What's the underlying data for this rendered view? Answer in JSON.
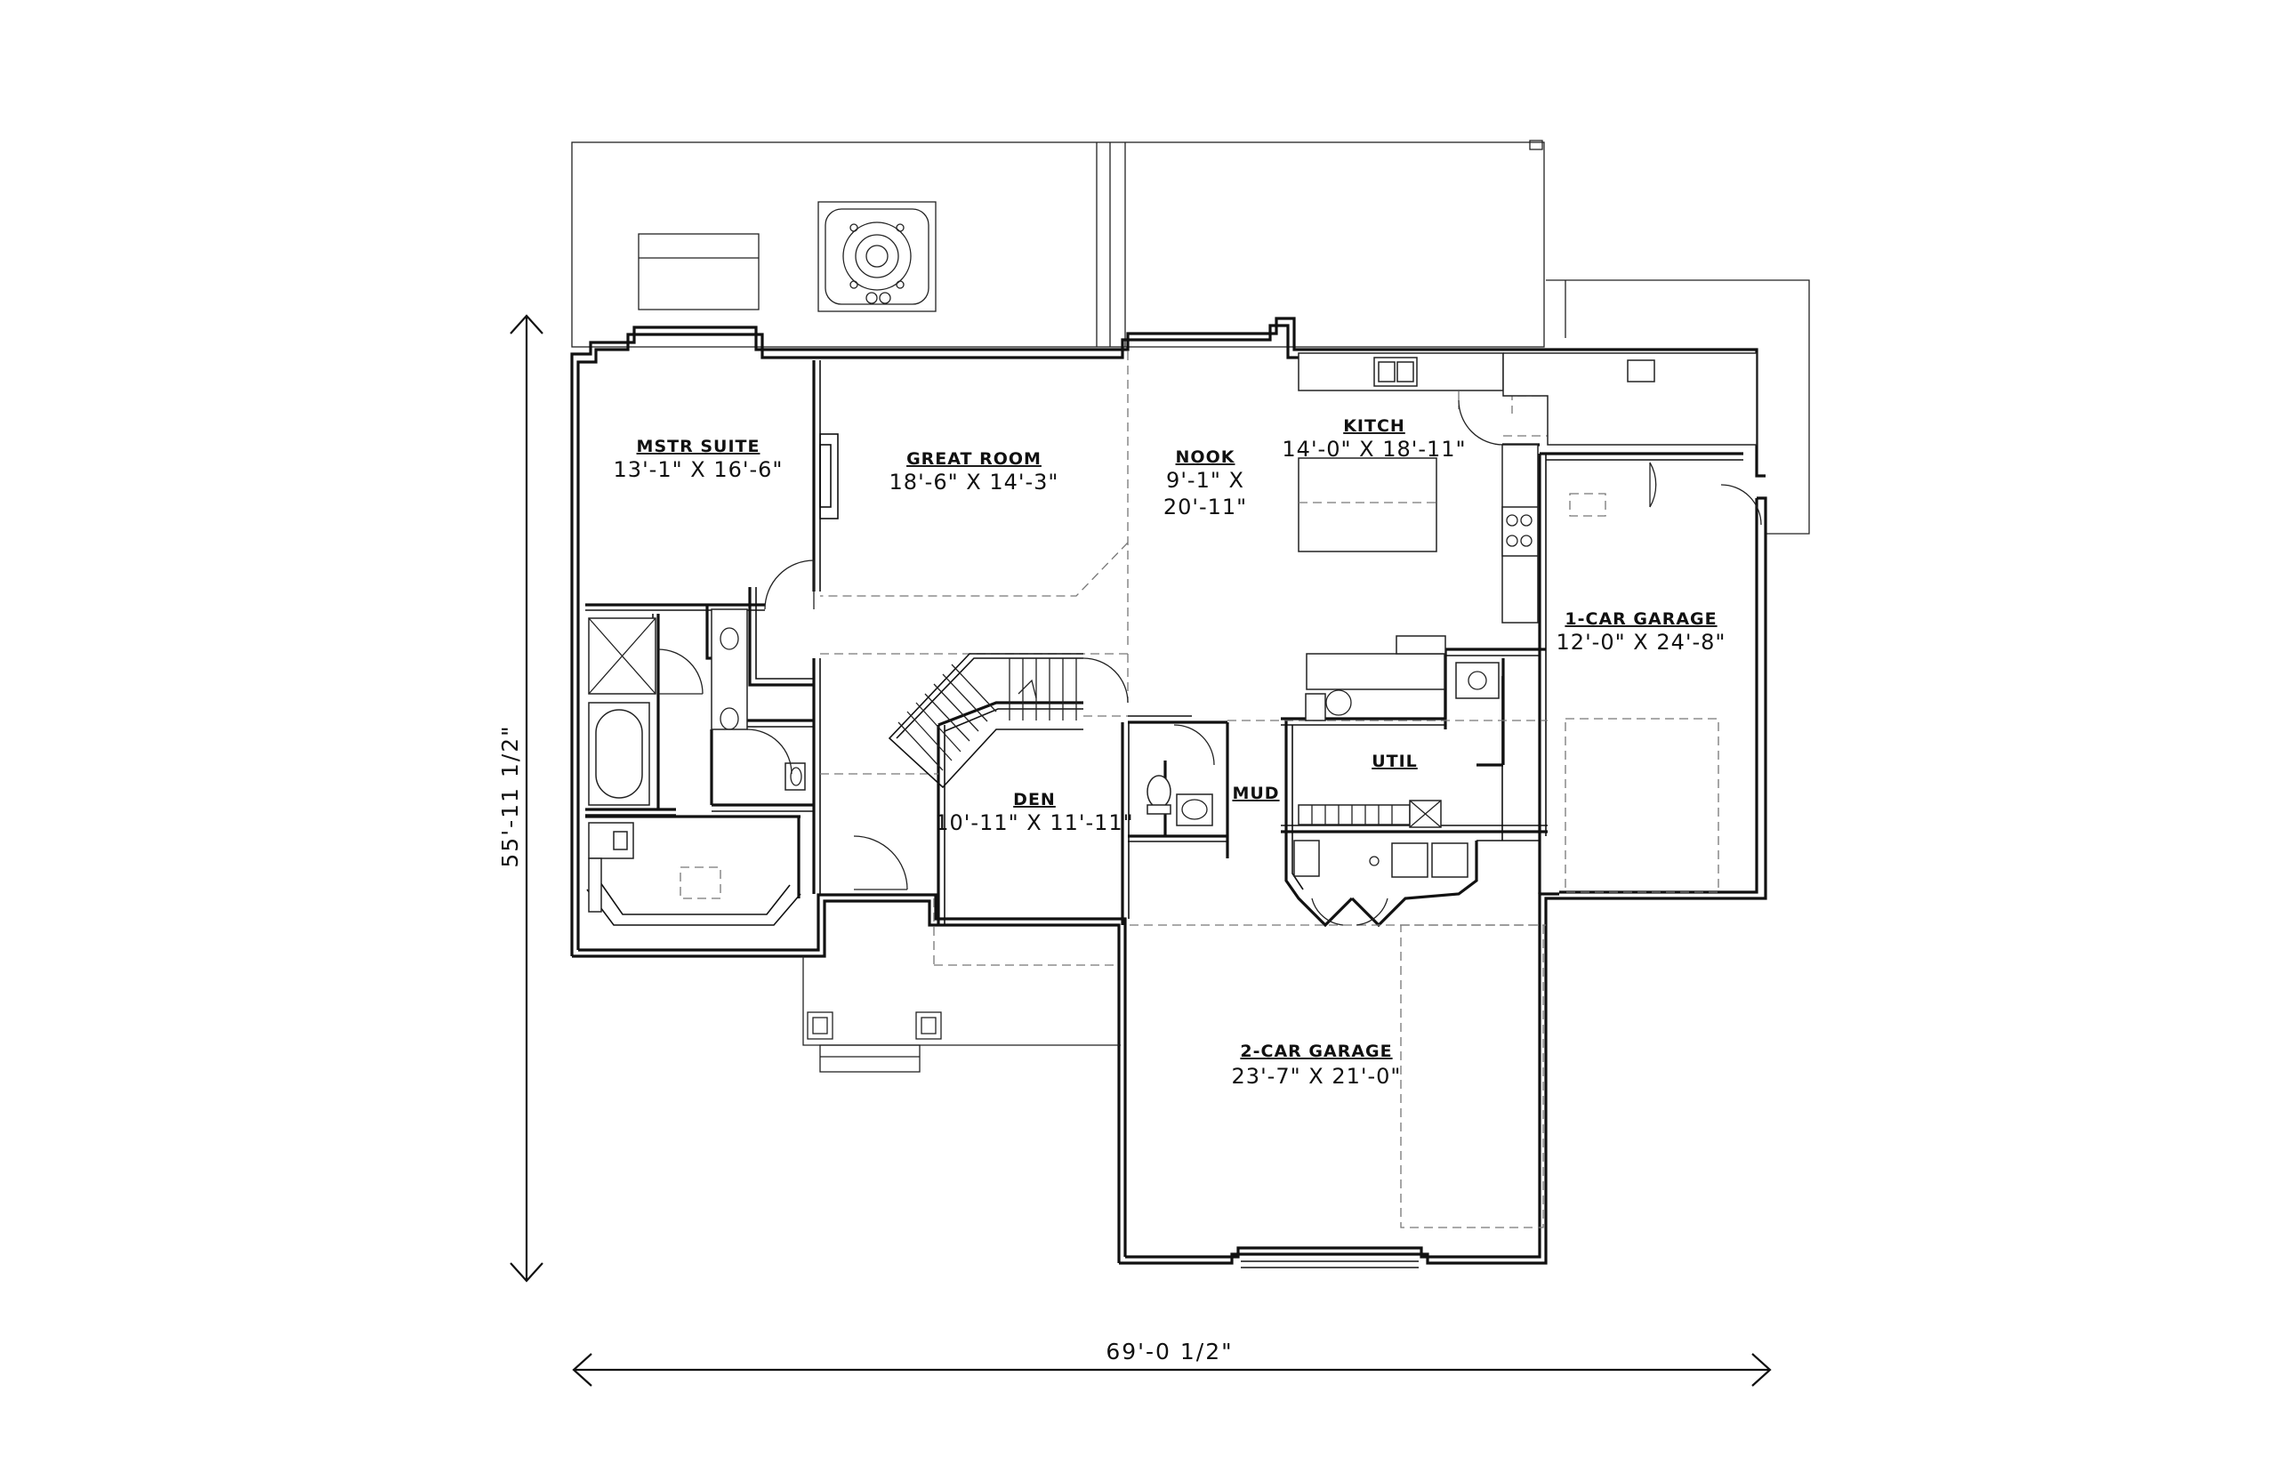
{
  "rooms": {
    "mstr_suite": {
      "name": "MSTR SUITE",
      "size": "13'-1\" X 16'-6\""
    },
    "great_room": {
      "name": "GREAT ROOM",
      "size": "18'-6\" X 14'-3\""
    },
    "nook": {
      "name": "NOOK",
      "size_line1": "9'-1\" X",
      "size_line2": "20'-11\""
    },
    "kitch": {
      "name": "KITCH",
      "size": "14'-0\" X 18'-11\""
    },
    "one_car_garage": {
      "name": "1-CAR GARAGE",
      "size": "12'-0\" X 24'-8\""
    },
    "util": {
      "name": "UTIL"
    },
    "mud": {
      "name": "MUD"
    },
    "den": {
      "name": "DEN",
      "size": "10'-11\" X 11'-11\""
    },
    "two_car_garage": {
      "name": "2-CAR GARAGE",
      "size": "23'-7\" X 21'-0\""
    }
  },
  "dimensions": {
    "overall_width": "69'-0 1/2\"",
    "overall_depth": "55'-11 1/2\""
  }
}
